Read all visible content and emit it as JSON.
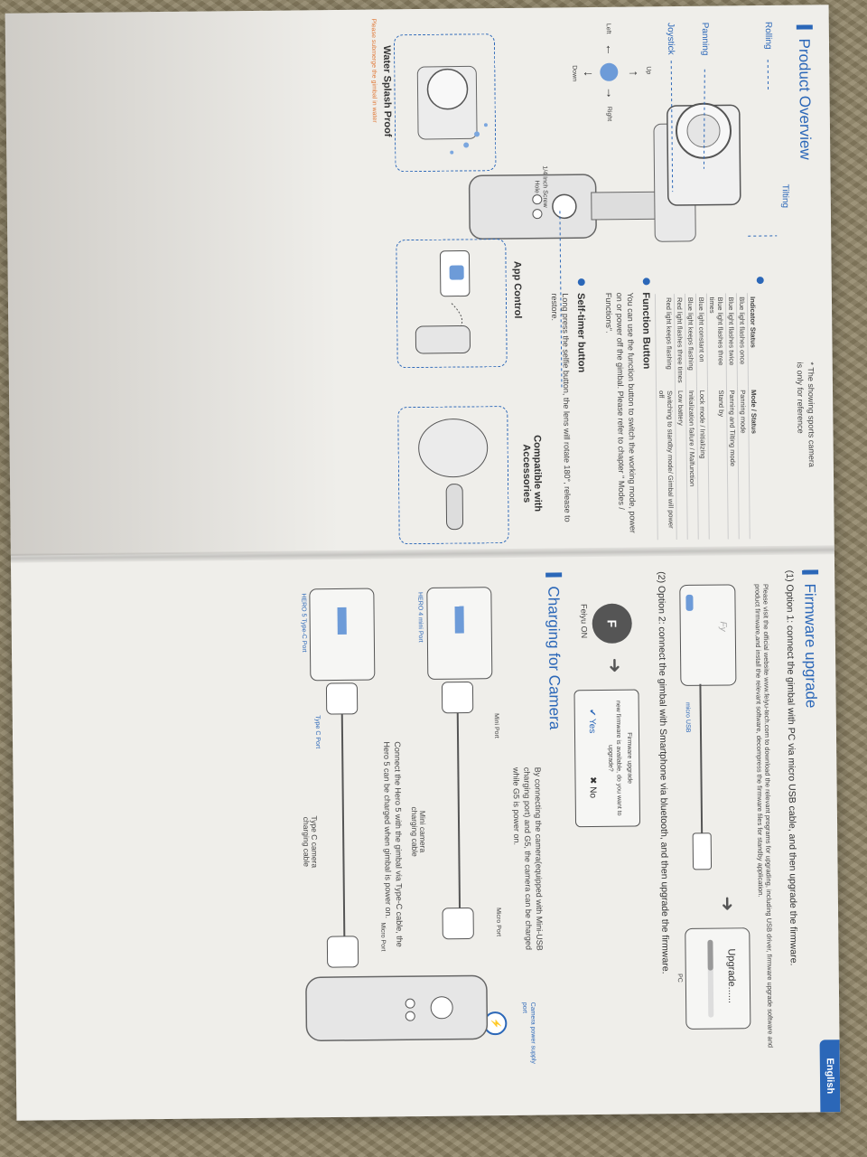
{
  "tab_label": "English",
  "overview": {
    "title": "Product Overview",
    "parts": {
      "tilting": "Tilting",
      "rolling": "Rolling",
      "panning": "Panning",
      "joystick": "Joystick",
      "up": "Up",
      "down": "Down",
      "left": "Left",
      "right": "Right",
      "screw": "1/4 Inch Screw Hole"
    },
    "note": "* The showing sports camera is only for reference",
    "indicator": {
      "headers": [
        "Indicator Status",
        "Mode / Status"
      ],
      "rows": [
        [
          "Blue light flashes once",
          "Panning mode"
        ],
        [
          "Blue light flashes twice",
          "Panning and Tilting mode"
        ],
        [
          "Blue light flashes three times",
          "Stand by"
        ],
        [
          "Blue light constant on",
          "Lock mode / Initializing"
        ],
        [
          "Blue light keeps flashing",
          "Initialization failure / Malfunction"
        ],
        [
          "Red light flashes three times",
          "Low battery"
        ],
        [
          "Red light keeps flashing",
          "Switching to standby mode/ Gimbal will power off"
        ]
      ]
    },
    "function_button": {
      "title": "Function Button",
      "text": "You can use the function button to switch the working mode, power on or power off the gimbal. Please refer to chapter \" Modes / Functions\"."
    },
    "self_timer": {
      "title": "Self-timer button",
      "text": "Long press the selfie button, the lens will rotate 180°, release to restore."
    },
    "water": {
      "title": "Water Splash Proof",
      "warning": "Please submerge the gimbal in water"
    },
    "app": {
      "title": "App Control"
    },
    "accessories": {
      "title": "Compatible with Accessories"
    }
  },
  "firmware": {
    "title": "Firmware upgrade",
    "option1": "(1) Option 1: connect the gimbal with PC via micro USB cable, and then upgrade the firmware.",
    "option1_text": "Please visit the official website www.feiyu-tech.com to download the relevant programs for upgrading, including USB driver, firmware upgrade software and product firmware,and install the relevant software, decompress the firmware files for standby application.",
    "micro_usb": "micro USB",
    "upgrade": "Upgrade......",
    "pc": "PC",
    "option2": "(2) Option 2: connect the gimbal with Smartphone via bluetooth, and then upgrade the firmware.",
    "feiyu_on": "Feiyu ON",
    "dialog_title": "Firmware upgrade",
    "dialog_text": "new firmware is available, do you want to upgrade?",
    "yes": "Yes",
    "no": "No"
  },
  "charging": {
    "title": "Charging for Camera",
    "text": "By connecting the camera(equipped with Mini-USB charging port) and G5, the camera can be charged while G5 is power on.",
    "supply_port": "Camera power supply port",
    "mini_port": "Mini Port",
    "micro_port": "Micro Port",
    "hero4": "HERO 4 mini Port",
    "mini_cable": "Mini camera charging cable",
    "hero5_text": "Connect the Hero 5 with the gimbal via Type-C cable, the Hero 5 can be charged when gimbal is power on.",
    "typec_port": "Type C Port",
    "micro_port2": "Micro Port",
    "hero5": "HERO 5 Type-C Port",
    "typec_cable": "Type C camera charging cable"
  }
}
